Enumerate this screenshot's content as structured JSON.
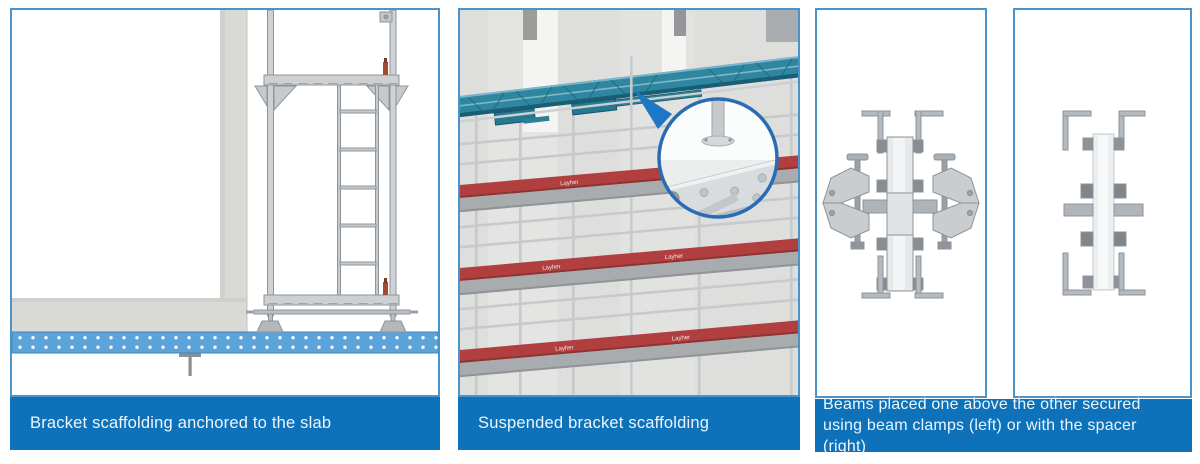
{
  "figure": {
    "panels": [
      {
        "id": "bracket-anchored",
        "caption": "Bracket scaffolding anchored to the slab",
        "illustration": "bracket scaffold tower anchored to a concrete slab over a perforated blue beam with T-anchor"
      },
      {
        "id": "suspended",
        "caption": "Suspended bracket scaffolding",
        "illustration": "facade scaffold with red toe boards hung from a teal lattice beam; magnifier detail of bolted beam-to-standard connection"
      },
      {
        "id": "beam-connection",
        "caption": "Beams placed one above the other secured using beam clamps (left) or with the spacer (right)",
        "left_illustration": "two stacked beam chords joined with a pair of beam clamps",
        "right_illustration": "two stacked beam chords joined with a bolted spacer"
      }
    ],
    "brand_label": "Layher",
    "colors": {
      "caption_bg": "#0d72ba",
      "caption_text": "#eef5fb",
      "panel_border": "#4a94cc",
      "perforated_beam_blue": "#5ba3d9",
      "lattice_beam_teal": "#2e86a1",
      "toe_board_red": "#b23f3f",
      "concrete_gray": "#d9d9d6",
      "metal_gray": "#c6cacd",
      "pointer_blue": "#1c77c5"
    }
  }
}
